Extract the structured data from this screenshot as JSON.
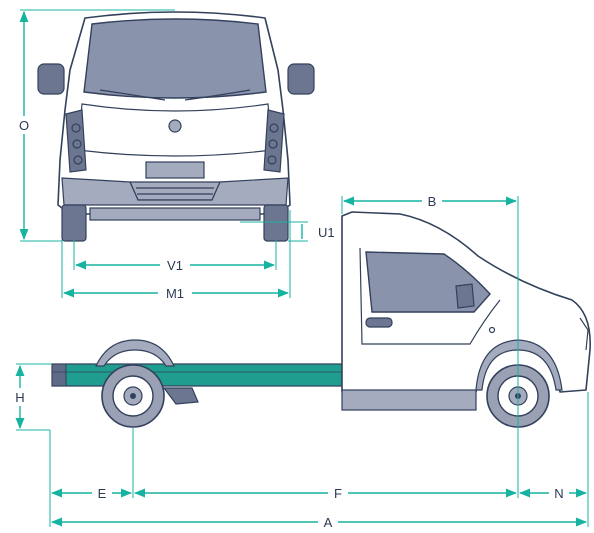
{
  "labels": {
    "O": "O",
    "U1": "U1",
    "V1": "V1",
    "M1": "M1",
    "B": "B",
    "H": "H",
    "E": "E",
    "F": "F",
    "N": "N",
    "A": "A"
  },
  "colors": {
    "dimension": "#17b3a0",
    "text": "#2b3a55",
    "outline": "#33415c",
    "glass": "#8a93ac",
    "frame": "#1f9e90"
  }
}
